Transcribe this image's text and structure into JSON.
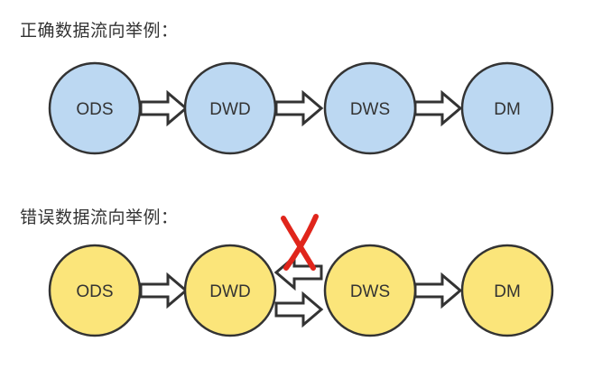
{
  "correct": {
    "title": "正确数据流向举例：",
    "nodes": [
      "ODS",
      "DWD",
      "DWS",
      "DM"
    ],
    "fill": "#bcd8f2"
  },
  "wrong": {
    "title": "错误数据流向举例：",
    "nodes": [
      "ODS",
      "DWD",
      "DWS",
      "DM"
    ],
    "fill": "#fbe57a",
    "cross_color": "#e0251b"
  },
  "colors": {
    "stroke": "#333333",
    "arrow_fill": "#ffffff"
  }
}
